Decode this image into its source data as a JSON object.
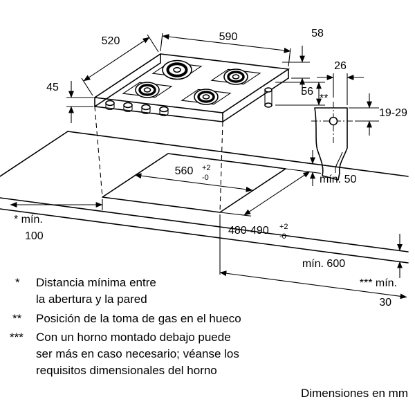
{
  "labels": {
    "hob_depth": "520",
    "hob_width": "590",
    "grate_height": "58",
    "hob_body_height": "45",
    "side_height": "56",
    "gas_offset": "26",
    "gas_depth_range": "19-29",
    "gas_marker": "**",
    "rear_min": "mín. 50",
    "left_min_marker": "* mín.",
    "left_min_value": "100",
    "depth_min": "mín. 600",
    "bottom_min_marker": "*** mín.",
    "bottom_min_value": "30",
    "cutout_width": "560",
    "cutout_width_tol_plus": "+2",
    "cutout_width_tol_minus": "-0",
    "cutout_depth": "480-490",
    "cutout_depth_tol_plus": "+2",
    "cutout_depth_tol_minus": "-0"
  },
  "footnotes": [
    {
      "marker": "*",
      "lines": [
        "Distancia mínima entre",
        "la abertura y la pared"
      ]
    },
    {
      "marker": "**",
      "lines": [
        "Posición de la toma de gas en el hueco"
      ]
    },
    {
      "marker": "***",
      "lines": [
        "Con un horno montado debajo puede",
        "ser más en caso necesario; véanse los",
        "requisitos dimensionales del horno"
      ]
    }
  ],
  "units_note": "Dimensiones en mm",
  "colors": {
    "line": "#000000",
    "background": "#ffffff"
  }
}
